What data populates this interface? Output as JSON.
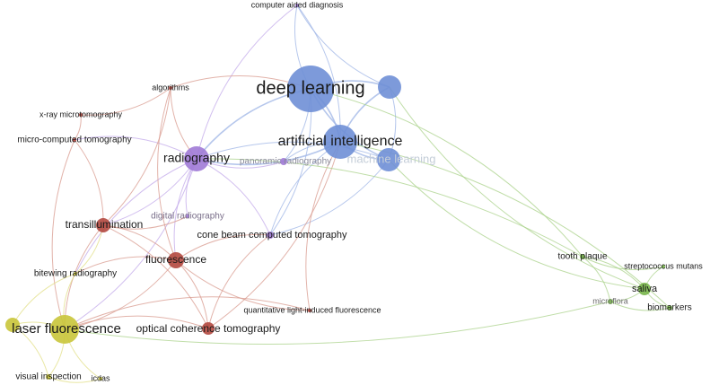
{
  "clusters": {
    "blue": {
      "node": "#6f8fd6",
      "edge": "#9db4e6"
    },
    "purple": {
      "node": "#a07ad6",
      "edge": "#c2a8ea"
    },
    "red": {
      "node": "#b3483f",
      "edge": "#d89a8e"
    },
    "yellow": {
      "node": "#c9c53a",
      "edge": "#e2df86"
    },
    "green": {
      "node": "#78b54a",
      "edge": "#a9d28a"
    }
  },
  "nodes": [
    {
      "id": "deep-learning",
      "label": "deep learning",
      "cluster": "blue"
    },
    {
      "id": "artificial-intelligence",
      "label": "artificial intelligence",
      "cluster": "blue"
    },
    {
      "id": "machine-learning",
      "label": "machine learning",
      "cluster": "blue"
    },
    {
      "id": "blue-top-right",
      "label": "",
      "cluster": "blue"
    },
    {
      "id": "computer-aided-diagnosis",
      "label": "computer aided diagnosis",
      "cluster": "purple"
    },
    {
      "id": "radiography",
      "label": "radiography",
      "cluster": "purple"
    },
    {
      "id": "panoramic-radiography",
      "label": "panoramic radiography",
      "cluster": "purple"
    },
    {
      "id": "digital-radiography",
      "label": "digital radiography",
      "cluster": "purple"
    },
    {
      "id": "cone-beam",
      "label": "cone beam computed tomography",
      "cluster": "purple"
    },
    {
      "id": "algorithms",
      "label": "algorithms",
      "cluster": "red"
    },
    {
      "id": "x-ray-microtomography",
      "label": "x-ray microtomography",
      "cluster": "red"
    },
    {
      "id": "micro-ct",
      "label": "micro-computed tomography",
      "cluster": "red"
    },
    {
      "id": "transillumination",
      "label": "transillumination",
      "cluster": "red"
    },
    {
      "id": "fluorescence",
      "label": "fluorescence",
      "cluster": "red"
    },
    {
      "id": "qlf",
      "label": "quantitative light-induced fluorescence",
      "cluster": "red"
    },
    {
      "id": "oct",
      "label": "optical coherence tomography",
      "cluster": "red"
    },
    {
      "id": "bitewing",
      "label": "bitewing radiography",
      "cluster": "yellow"
    },
    {
      "id": "laser-fluorescence",
      "label": "laser fluorescence",
      "cluster": "yellow"
    },
    {
      "id": "yellow-left",
      "label": "",
      "cluster": "yellow"
    },
    {
      "id": "visual-inspection",
      "label": "visual inspection",
      "cluster": "yellow"
    },
    {
      "id": "icdas",
      "label": "icdas",
      "cluster": "yellow"
    },
    {
      "id": "tooth-plaque",
      "label": "tooth plaque",
      "cluster": "green"
    },
    {
      "id": "streptococcus",
      "label": "streptococcus mutans",
      "cluster": "green"
    },
    {
      "id": "saliva",
      "label": "saliva",
      "cluster": "green"
    },
    {
      "id": "microflora",
      "label": "microflora",
      "cluster": "green"
    },
    {
      "id": "biomarkers",
      "label": "biomarkers",
      "cluster": "green"
    }
  ],
  "links": [
    [
      "deep-learning",
      "artificial-intelligence"
    ],
    [
      "deep-learning",
      "machine-learning"
    ],
    [
      "deep-learning",
      "blue-top-right"
    ],
    [
      "artificial-intelligence",
      "machine-learning"
    ],
    [
      "artificial-intelligence",
      "blue-top-right"
    ],
    [
      "machine-learning",
      "blue-top-right"
    ],
    [
      "deep-learning",
      "computer-aided-diagnosis"
    ],
    [
      "artificial-intelligence",
      "computer-aided-diagnosis"
    ],
    [
      "blue-top-right",
      "computer-aided-diagnosis"
    ],
    [
      "deep-learning",
      "radiography"
    ],
    [
      "artificial-intelligence",
      "radiography"
    ],
    [
      "machine-learning",
      "radiography"
    ],
    [
      "deep-learning",
      "panoramic-radiography"
    ],
    [
      "artificial-intelligence",
      "panoramic-radiography"
    ],
    [
      "deep-learning",
      "cone-beam"
    ],
    [
      "artificial-intelligence",
      "cone-beam"
    ],
    [
      "machine-learning",
      "cone-beam"
    ],
    [
      "radiography",
      "panoramic-radiography"
    ],
    [
      "radiography",
      "cone-beam"
    ],
    [
      "radiography",
      "digital-radiography"
    ],
    [
      "radiography",
      "computer-aided-diagnosis"
    ],
    [
      "radiography",
      "fluorescence"
    ],
    [
      "radiography",
      "transillumination"
    ],
    [
      "radiography",
      "bitewing"
    ],
    [
      "radiography",
      "laser-fluorescence"
    ],
    [
      "radiography",
      "micro-ct"
    ],
    [
      "algorithms",
      "deep-learning"
    ],
    [
      "algorithms",
      "radiography"
    ],
    [
      "algorithms",
      "transillumination"
    ],
    [
      "algorithms",
      "fluorescence"
    ],
    [
      "x-ray-microtomography",
      "micro-ct"
    ],
    [
      "x-ray-microtomography",
      "algorithms"
    ],
    [
      "micro-ct",
      "transillumination"
    ],
    [
      "micro-ct",
      "laser-fluorescence"
    ],
    [
      "transillumination",
      "fluorescence"
    ],
    [
      "transillumination",
      "laser-fluorescence"
    ],
    [
      "transillumination",
      "oct"
    ],
    [
      "transillumination",
      "digital-radiography"
    ],
    [
      "fluorescence",
      "oct"
    ],
    [
      "fluorescence",
      "qlf"
    ],
    [
      "fluorescence",
      "laser-fluorescence"
    ],
    [
      "fluorescence",
      "bitewing"
    ],
    [
      "fluorescence",
      "cone-beam"
    ],
    [
      "oct",
      "laser-fluorescence"
    ],
    [
      "oct",
      "cone-beam"
    ],
    [
      "oct",
      "artificial-intelligence"
    ],
    [
      "qlf",
      "artificial-intelligence"
    ],
    [
      "qlf",
      "laser-fluorescence"
    ],
    [
      "laser-fluorescence",
      "bitewing"
    ],
    [
      "laser-fluorescence",
      "yellow-left"
    ],
    [
      "laser-fluorescence",
      "visual-inspection"
    ],
    [
      "laser-fluorescence",
      "icdas"
    ],
    [
      "yellow-left",
      "visual-inspection"
    ],
    [
      "visual-inspection",
      "icdas"
    ],
    [
      "yellow-left",
      "bitewing"
    ],
    [
      "bitewing",
      "transillumination"
    ],
    [
      "tooth-plaque",
      "saliva"
    ],
    [
      "tooth-plaque",
      "streptococcus"
    ],
    [
      "saliva",
      "streptococcus"
    ],
    [
      "saliva",
      "biomarkers"
    ],
    [
      "saliva",
      "microflora"
    ],
    [
      "microflora",
      "biomarkers"
    ],
    [
      "tooth-plaque",
      "microflora"
    ],
    [
      "tooth-plaque",
      "deep-learning"
    ],
    [
      "saliva",
      "machine-learning"
    ],
    [
      "tooth-plaque",
      "radiography"
    ],
    [
      "microflora",
      "laser-fluorescence"
    ],
    [
      "biomarkers",
      "artificial-intelligence"
    ],
    [
      "saliva",
      "blue-top-right"
    ]
  ]
}
